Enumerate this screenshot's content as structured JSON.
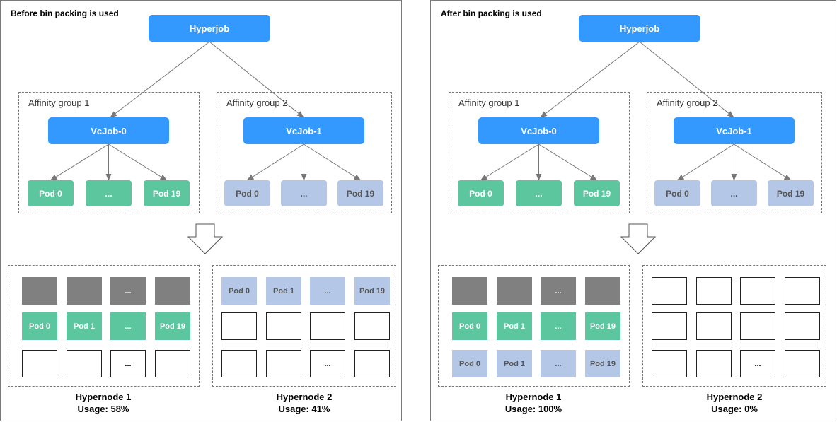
{
  "panels": [
    {
      "title": "Before bin packing is used",
      "hyperjob": "Hyperjob",
      "groups": [
        {
          "label": "Affinity group 1",
          "job": "VcJob-0",
          "pods": [
            "Pod 0",
            "...",
            "Pod 19"
          ]
        },
        {
          "label": "Affinity group 2",
          "job": "VcJob-1",
          "pods": [
            "Pod 0",
            "...",
            "Pod 19"
          ]
        }
      ],
      "hypernodes": [
        {
          "name": "Hypernode 1",
          "usage": "Usage: 58%",
          "rows": [
            [
              {
                "s": "gray",
                "t": ""
              },
              {
                "s": "gray",
                "t": ""
              },
              {
                "s": "gray",
                "t": "..."
              },
              {
                "s": "gray",
                "t": ""
              }
            ],
            [
              {
                "s": "green",
                "t": "Pod 0"
              },
              {
                "s": "green",
                "t": "Pod 1"
              },
              {
                "s": "green",
                "t": "..."
              },
              {
                "s": "green",
                "t": "Pod 19"
              }
            ],
            [
              {
                "s": "empty",
                "t": ""
              },
              {
                "s": "empty",
                "t": ""
              },
              {
                "s": "empty",
                "t": "..."
              },
              {
                "s": "empty",
                "t": ""
              }
            ]
          ]
        },
        {
          "name": "Hypernode 2",
          "usage": "Usage: 41%",
          "rows": [
            [
              {
                "s": "blue",
                "t": "Pod 0"
              },
              {
                "s": "blue",
                "t": "Pod 1"
              },
              {
                "s": "blue",
                "t": "..."
              },
              {
                "s": "blue",
                "t": "Pod 19"
              }
            ],
            [
              {
                "s": "empty",
                "t": ""
              },
              {
                "s": "empty",
                "t": ""
              },
              {
                "s": "empty",
                "t": ""
              },
              {
                "s": "empty",
                "t": ""
              }
            ],
            [
              {
                "s": "empty",
                "t": ""
              },
              {
                "s": "empty",
                "t": ""
              },
              {
                "s": "empty",
                "t": "..."
              },
              {
                "s": "empty",
                "t": ""
              }
            ]
          ]
        }
      ]
    },
    {
      "title": "After bin packing is used",
      "hyperjob": "Hyperjob",
      "groups": [
        {
          "label": "Affinity group 1",
          "job": "VcJob-0",
          "pods": [
            "Pod 0",
            "...",
            "Pod 19"
          ]
        },
        {
          "label": "Affinity group 2",
          "job": "VcJob-1",
          "pods": [
            "Pod 0",
            "...",
            "Pod 19"
          ]
        }
      ],
      "hypernodes": [
        {
          "name": "Hypernode 1",
          "usage": "Usage: 100%",
          "rows": [
            [
              {
                "s": "gray",
                "t": ""
              },
              {
                "s": "gray",
                "t": ""
              },
              {
                "s": "gray",
                "t": "..."
              },
              {
                "s": "gray",
                "t": ""
              }
            ],
            [
              {
                "s": "green",
                "t": "Pod 0"
              },
              {
                "s": "green",
                "t": "Pod 1"
              },
              {
                "s": "green",
                "t": "..."
              },
              {
                "s": "green",
                "t": "Pod 19"
              }
            ],
            [
              {
                "s": "blue",
                "t": "Pod 0"
              },
              {
                "s": "blue",
                "t": "Pod 1"
              },
              {
                "s": "blue",
                "t": "..."
              },
              {
                "s": "blue",
                "t": "Pod 19"
              }
            ]
          ]
        },
        {
          "name": "Hypernode 2",
          "usage": "Usage: 0%",
          "rows": [
            [
              {
                "s": "empty",
                "t": ""
              },
              {
                "s": "empty",
                "t": ""
              },
              {
                "s": "empty",
                "t": ""
              },
              {
                "s": "empty",
                "t": ""
              }
            ],
            [
              {
                "s": "empty",
                "t": ""
              },
              {
                "s": "empty",
                "t": ""
              },
              {
                "s": "empty",
                "t": ""
              },
              {
                "s": "empty",
                "t": ""
              }
            ],
            [
              {
                "s": "empty",
                "t": ""
              },
              {
                "s": "empty",
                "t": ""
              },
              {
                "s": "empty",
                "t": "..."
              },
              {
                "s": "empty",
                "t": ""
              }
            ]
          ]
        }
      ]
    }
  ]
}
